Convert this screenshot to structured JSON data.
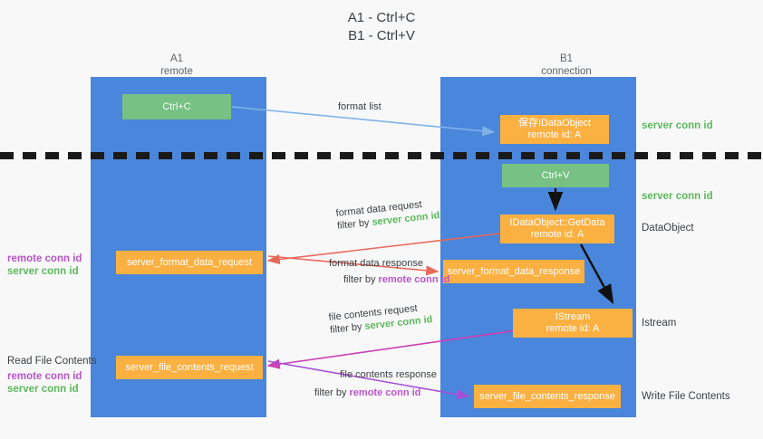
{
  "title": {
    "line1": "A1 - Ctrl+C",
    "line2": "B1 - Ctrl+V"
  },
  "lanes": {
    "left": {
      "name": "A1",
      "role": "remote"
    },
    "right": {
      "name": "B1",
      "role": "connection"
    }
  },
  "boxes": {
    "ctrl_c": {
      "label": "Ctrl+C",
      "color": "#76c183"
    },
    "save_idataobject": {
      "line1": "保存IDataObject",
      "line2": "remote id: A",
      "color": "#fbb042"
    },
    "ctrl_v": {
      "label": "Ctrl+V",
      "color": "#76c183"
    },
    "getdata": {
      "line1": "IDataObject::GetData",
      "line2": "remote id: A",
      "color": "#fbb042"
    },
    "server_format_data_request": {
      "label": "server_format_data_request",
      "color": "#fbb042"
    },
    "server_format_data_response": {
      "label": "server_format_data_response",
      "color": "#fbb042"
    },
    "istream": {
      "line1": "IStream",
      "line2": "remote id: A",
      "color": "#fbb042"
    },
    "server_file_contents_request": {
      "label": "server_file_contents_request",
      "color": "#fbb042"
    },
    "server_file_contents_response": {
      "label": "server_file_contents_response",
      "color": "#fbb042"
    }
  },
  "edge_labels": {
    "format_list": "format list",
    "format_data_request": "format data request",
    "format_data_response": "format data response",
    "file_contents_request": "file contents request",
    "file_contents_response": "file contents response",
    "filter_by": "filter by",
    "server_conn_id": "server conn id",
    "remote_conn_id": "remote conn id"
  },
  "side_labels": {
    "server_conn_id_top": "server conn id",
    "server_conn_id_mid": "server conn id",
    "dataobject": "DataObject",
    "istream": "Istream",
    "write_file_contents": "Write File Contents",
    "read_file_contents": "Read File Contents",
    "remote_conn_id": "remote conn id",
    "server_conn_id": "server conn id"
  },
  "colors": {
    "lane": "#4a86db",
    "green": "#5cb85c",
    "purple": "#b855c9",
    "orange": "#fbb042",
    "box_green": "#76c183",
    "arrow_blue": "#7fb3e8",
    "arrow_red": "#e8695a",
    "arrow_magenta": "#cc3fb5",
    "arrow_purple": "#a64fd6",
    "arrow_black": "#111111",
    "background": "#f8f8f8"
  }
}
